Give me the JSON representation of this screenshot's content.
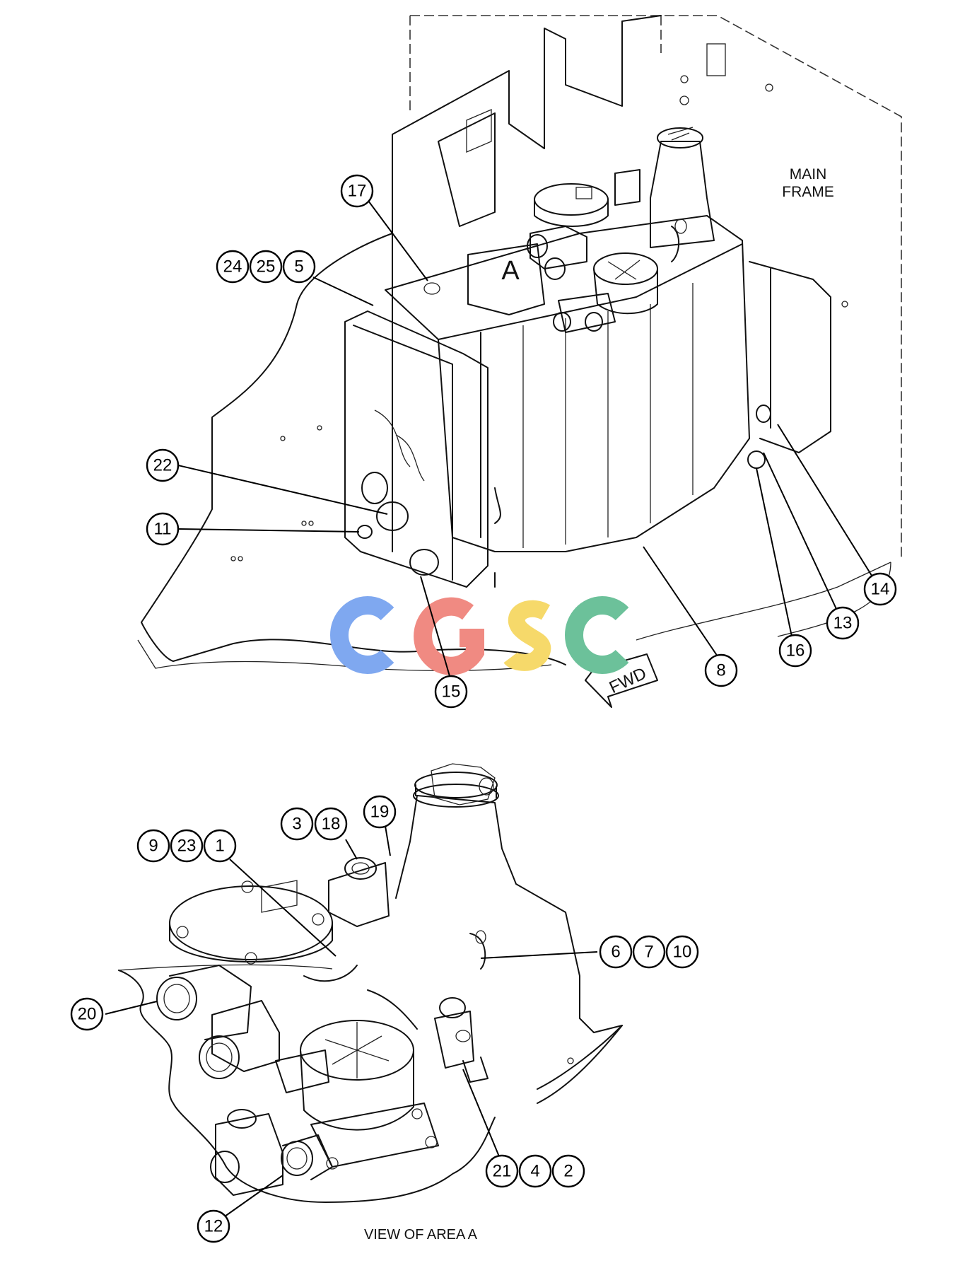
{
  "top_view": {
    "label_main_frame_line1": "MAIN",
    "label_main_frame_line2": "FRAME",
    "label_area": "A",
    "label_fwd": "FWD",
    "callouts": [
      "17",
      "24",
      "25",
      "5",
      "22",
      "11",
      "15",
      "8",
      "16",
      "13",
      "14"
    ]
  },
  "detail_view": {
    "caption": "VIEW OF AREA A",
    "callouts": [
      "3",
      "18",
      "19",
      "9",
      "23",
      "1",
      "6",
      "7",
      "10",
      "20",
      "21",
      "4",
      "2",
      "12"
    ]
  },
  "watermark": {
    "text": "CGSC",
    "colors": [
      "#7fa8f0",
      "#f08a82",
      "#f6d96a",
      "#6cc19a"
    ]
  }
}
